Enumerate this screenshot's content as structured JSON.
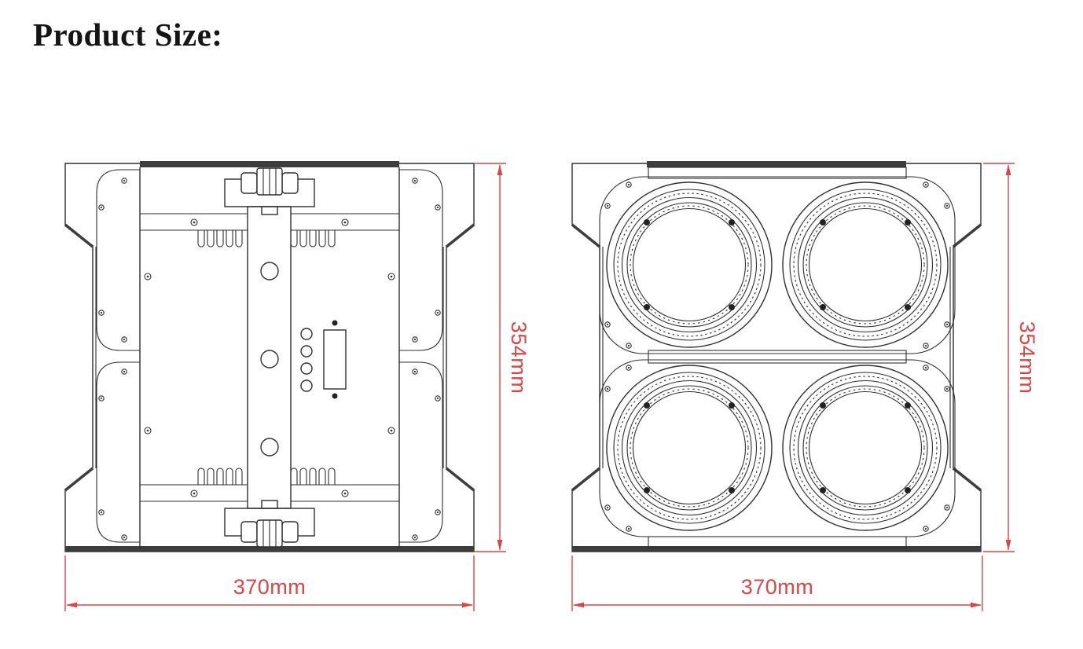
{
  "page": {
    "title": "Product Size:"
  },
  "colors": {
    "line_color": "#2e2e2e",
    "dimension_color": "#d84646",
    "background": "#ffffff"
  },
  "views": {
    "rear": {
      "height_label": "354mm",
      "width_label": "370mm"
    },
    "front": {
      "height_label": "354mm",
      "width_label": "370mm"
    }
  }
}
